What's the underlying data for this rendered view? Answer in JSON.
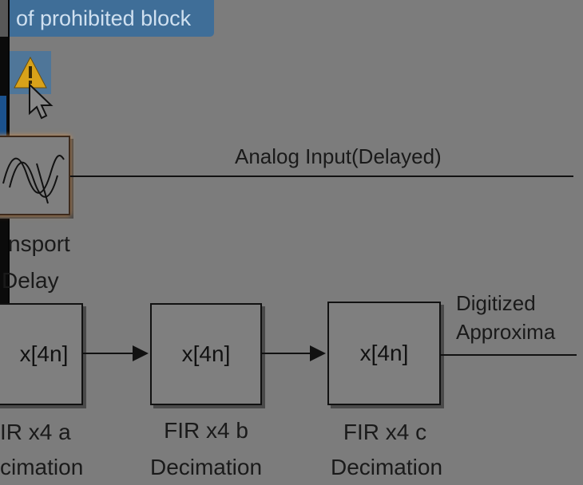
{
  "banner": {
    "text": "of prohibited block"
  },
  "icons": {
    "warning": "warning-icon",
    "cursor": "cursor-icon"
  },
  "signals": {
    "analog_delayed": "Analog Input(Delayed)",
    "digitized_line1": "Digitized",
    "digitized_line2": "Approxima"
  },
  "blocks": {
    "transport_delay": {
      "line1": "nsport",
      "line2": "Delay"
    },
    "fir_a": {
      "content": "x[4n]",
      "line1": "IR x4 a",
      "line2": "cimation"
    },
    "fir_b": {
      "content": "x[4n]",
      "line1": "FIR x4 b",
      "line2": "Decimation"
    },
    "fir_c": {
      "content": "x[4n]",
      "line1": "FIR x4 c",
      "line2": "Decimation"
    }
  },
  "colors": {
    "canvas": "#7c7c7c",
    "banner_bg": "#3f6e98",
    "badge_bg": "#4f7699",
    "warning": "#d8a21a"
  }
}
